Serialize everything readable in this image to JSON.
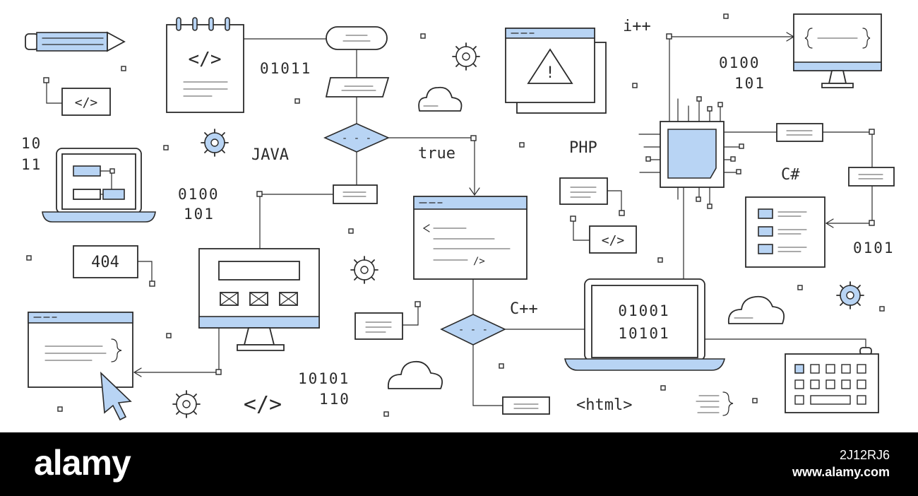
{
  "illustration": {
    "languages": {
      "java": "JAVA",
      "php": "PHP",
      "csharp": "C#",
      "cpp": "C++",
      "html": "<html>",
      "increment": "i++"
    },
    "flow_condition": "true",
    "flow_decision_mark": "- - -",
    "error_code": "404",
    "code_tag": "</>",
    "brace_snippet": "{ ——— }",
    "binary": {
      "top_center_1": "01011",
      "left_1": "10",
      "left_2": "11",
      "left_mid_1": "0100",
      "left_mid_2": "101",
      "top_right_1": "0100",
      "top_right_2": "101",
      "right_1": "0101",
      "laptop_1": "01001",
      "laptop_2": "10101",
      "bottom_1": "10101",
      "bottom_2": "110"
    },
    "alert_mark": "!"
  },
  "watermark": {
    "brand": "alamy",
    "image_id": "2J12RJ6",
    "url": "www.alamy.com"
  },
  "colors": {
    "accent_blue": "#b8d4f4",
    "ink": "#2b2b2b",
    "background": "#ffffff",
    "watermark_bar": "#000000"
  }
}
